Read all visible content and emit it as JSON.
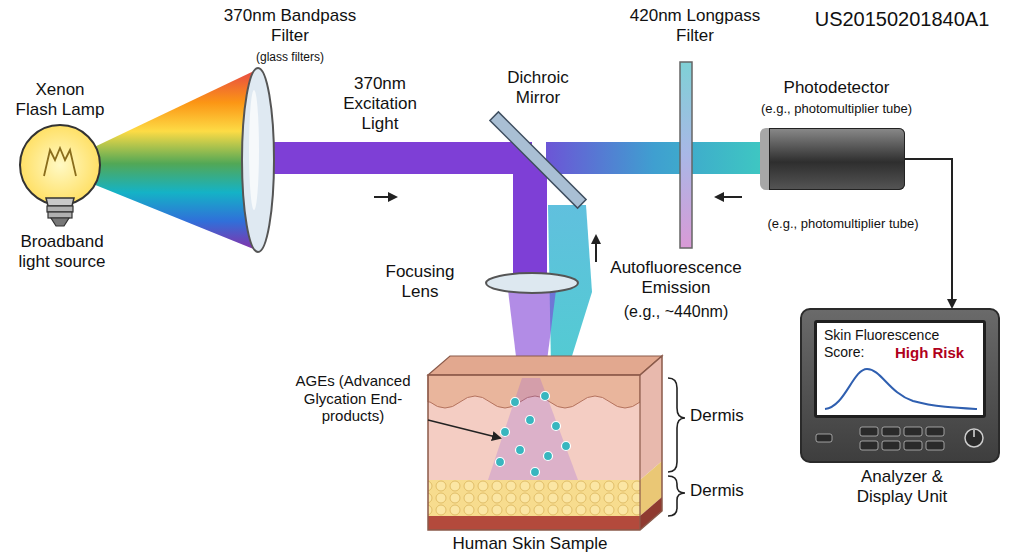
{
  "diagram": {
    "nodes": [
      {
        "text": [
          "Photodetector",
          "(e.g., photomultiplier tube)"
        ]
      },
      {
        "text": [
          "Analyzer & Display Unit"
        ]
      },
      {
        "text": [
          "Skin Fluorescence Score:",
          "High Risk"
        ],
        "in": 1
      }
    ],
    "edges": [
      {
        "from": 0,
        "to": 1,
        "arrow": "to"
      }
    ],
    "labels": [
      "US20150201840A1",
      "Xenon Flash Lamp",
      "Broadband light source",
      "370nm Bandpass Filter",
      "(glass filters)",
      "370nm Excitation Light",
      "Dichroic Mirror",
      "420nm Longpass Filter",
      "(e.g., photomultiplier tube)",
      "Focusing Lens",
      "Autofluorescence Emission",
      "(e.g., ~440nm)",
      "AGEs (Advanced Glycation End-products)",
      "Dermis",
      "Dermis",
      "Human Skin Sample"
    ]
  }
}
